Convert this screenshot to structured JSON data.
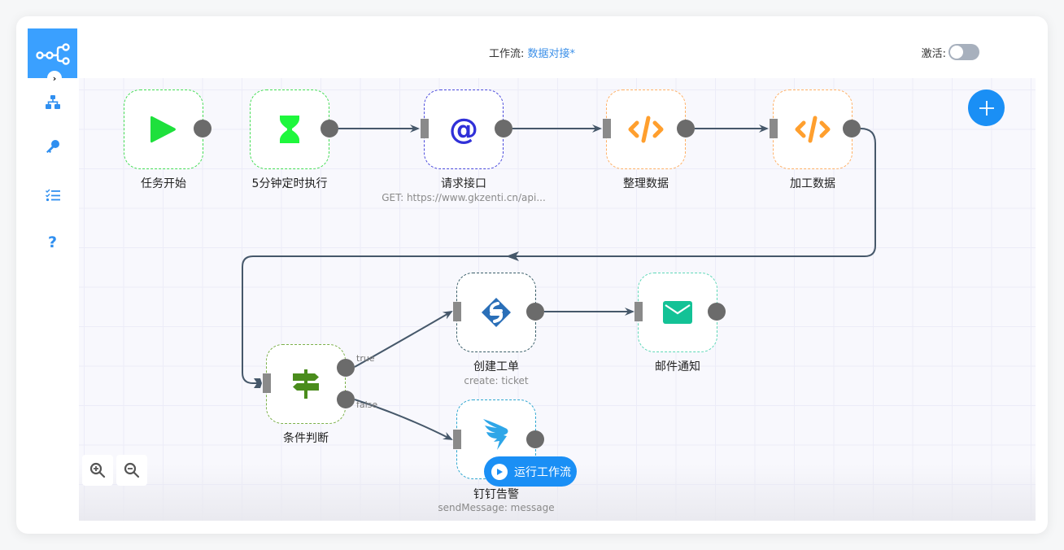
{
  "header": {
    "title_prefix": "工作流:",
    "workflow_name": "数据对接*",
    "activate_label": "激活:",
    "activate_on": false
  },
  "sidebar": {
    "items": [
      {
        "name": "workflows",
        "icon": "sitemap-icon"
      },
      {
        "name": "credentials",
        "icon": "key-icon"
      },
      {
        "name": "executions",
        "icon": "tasks-icon"
      },
      {
        "name": "help",
        "icon": "question-icon"
      }
    ],
    "collapse_icon": "chevron-right-icon"
  },
  "nodes": [
    {
      "id": "start",
      "label": "任务开始",
      "subtitle": "",
      "icon": "play-icon",
      "color": "#1ee03c"
    },
    {
      "id": "cron",
      "label": "5分钟定时执行",
      "subtitle": "",
      "icon": "hourglass-icon",
      "color": "#1ee03c"
    },
    {
      "id": "http",
      "label": "请求接口",
      "subtitle": "GET: https://www.gkzenti.cn/api...",
      "icon": "at-icon",
      "color": "#3434d8"
    },
    {
      "id": "code1",
      "label": "整理数据",
      "subtitle": "",
      "icon": "code-icon",
      "color": "#ff9f2e"
    },
    {
      "id": "code2",
      "label": "加工数据",
      "subtitle": "",
      "icon": "code-icon",
      "color": "#ff9f2e"
    },
    {
      "id": "if",
      "label": "条件判断",
      "subtitle": "",
      "icon": "signpost-icon",
      "color": "#4a8c1c"
    },
    {
      "id": "ticket",
      "label": "创建工单",
      "subtitle": "create: ticket",
      "icon": "zentao-icon",
      "color": "#2a6fb8"
    },
    {
      "id": "email",
      "label": "邮件通知",
      "subtitle": "",
      "icon": "envelope-icon",
      "color": "#13c296"
    },
    {
      "id": "dingtalk",
      "label": "钉钉告警",
      "subtitle": "sendMessage: message",
      "icon": "dingtalk-icon",
      "color": "#2ea6e8"
    }
  ],
  "edge_labels": {
    "true": "true",
    "false": "false"
  },
  "canvas": {
    "add_node_icon": "plus-icon",
    "zoom_in_icon": "zoom-in-icon",
    "zoom_out_icon": "zoom-out-icon",
    "run_label": "运行工作流",
    "accent": "#1a8ff5"
  }
}
